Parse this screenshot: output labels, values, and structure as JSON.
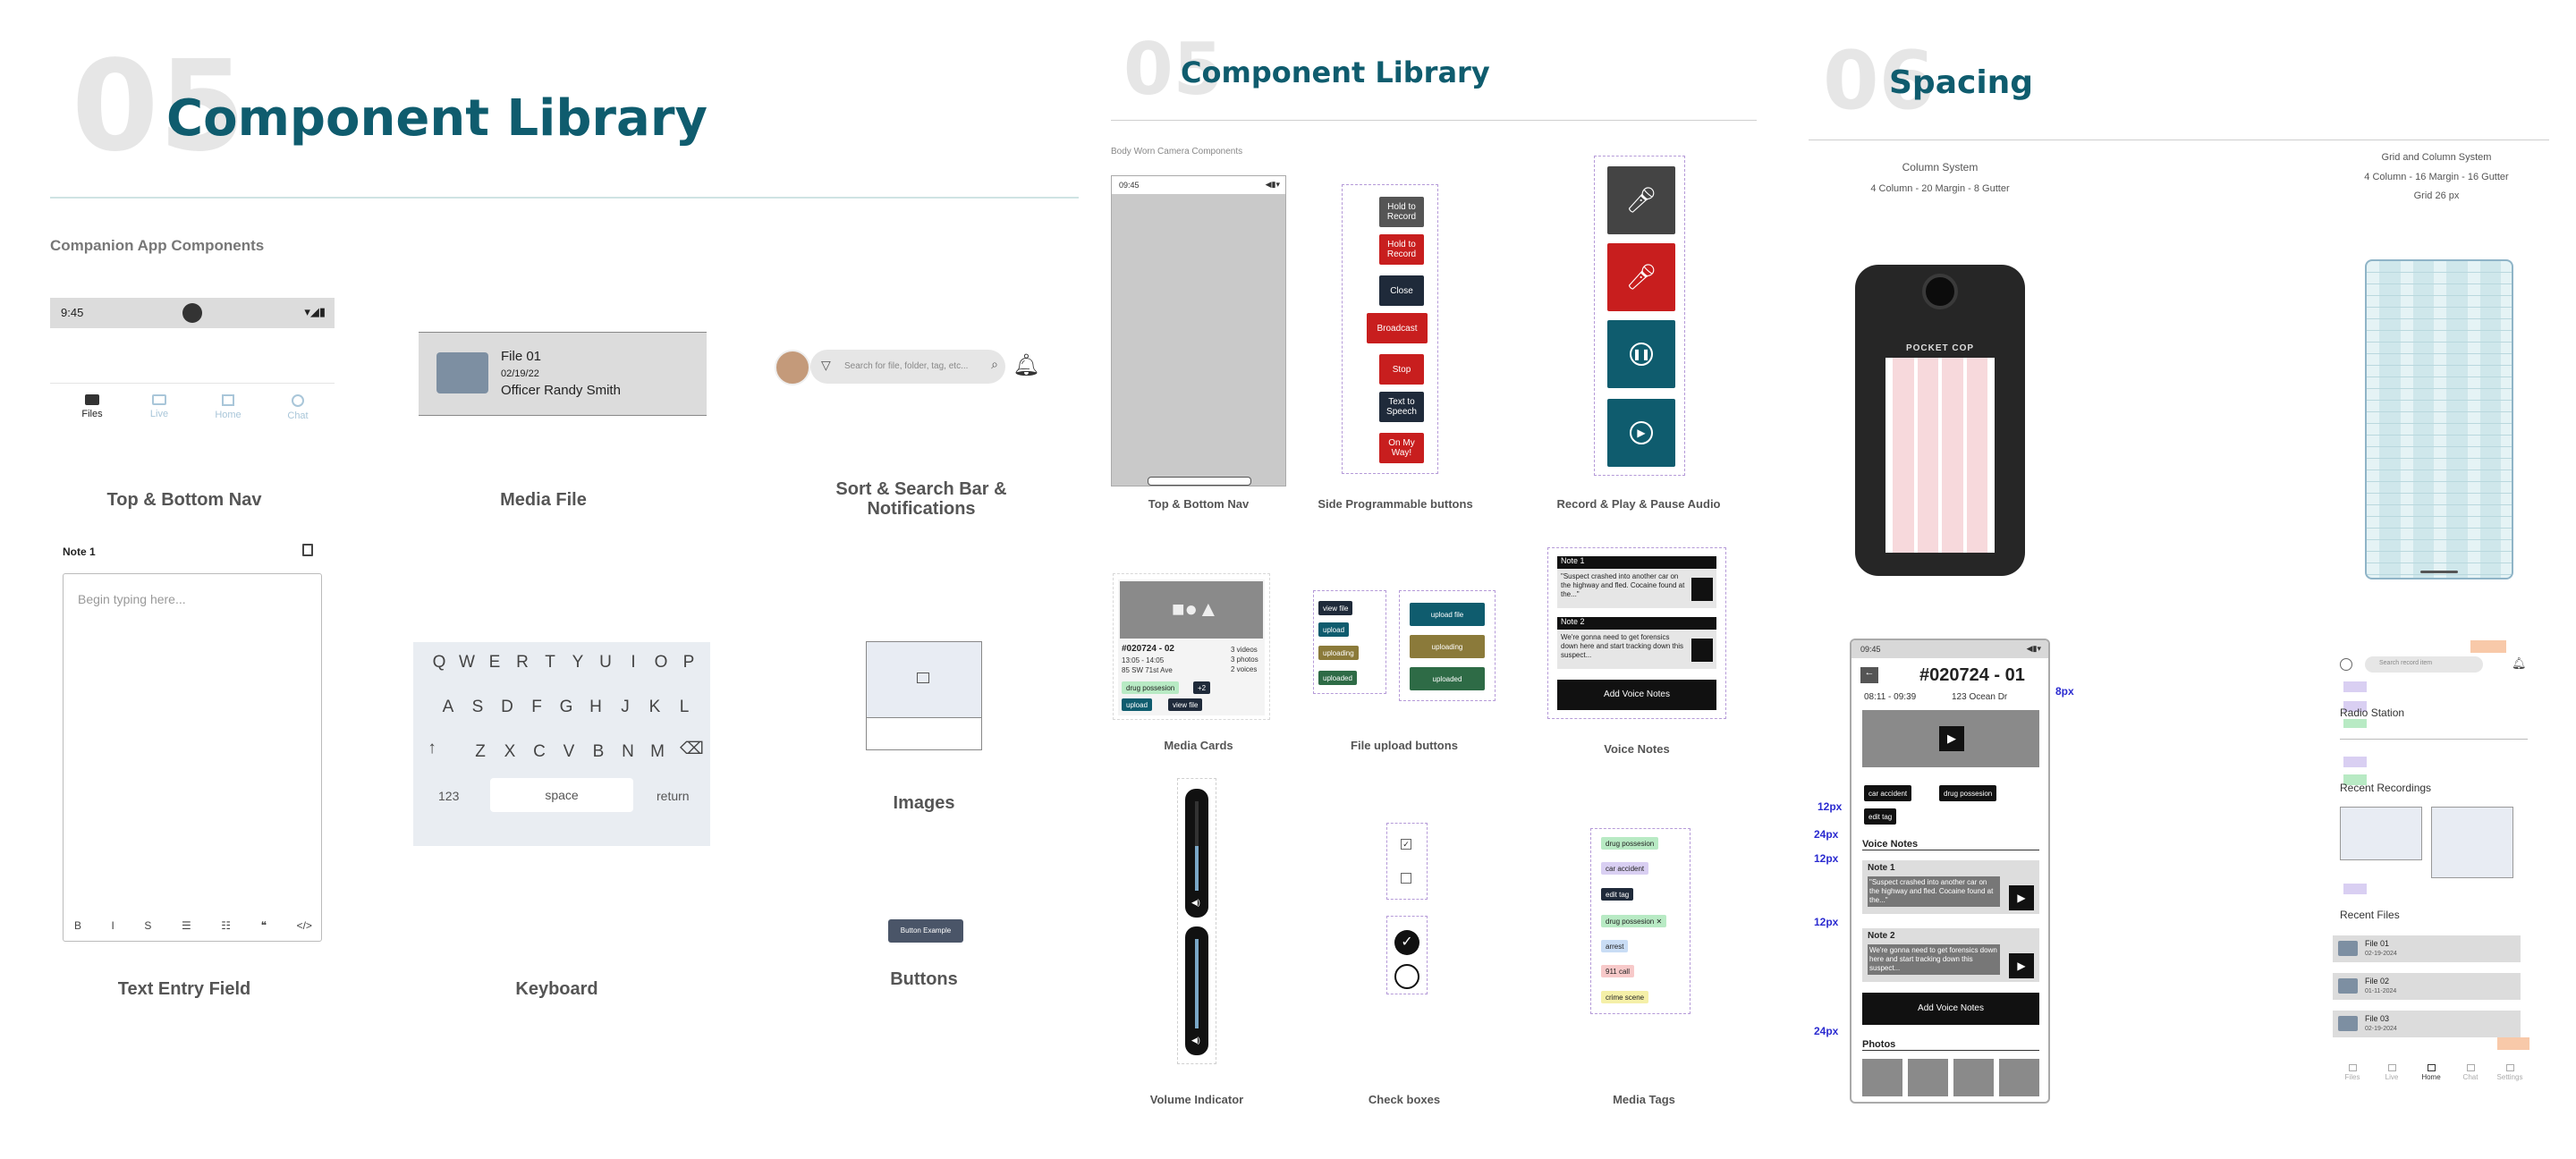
{
  "sec05a": {
    "num": "05",
    "title": "Component Library",
    "subtitle": "Companion App Components"
  },
  "sec05b": {
    "num": "05",
    "title": "Component Library",
    "subtitle": "Body Worn Camera Components"
  },
  "sec06": {
    "num": "06",
    "title": "Spacing"
  },
  "companion": {
    "status_time": "9:45",
    "nav": [
      "Files",
      "Live",
      "Home",
      "Chat"
    ],
    "media_file": {
      "name": "File 01",
      "date": "02/19/22",
      "owner": "Officer Randy Smith"
    },
    "search_placeholder": "Search for file, folder, tag, etc...",
    "note_title": "Note 1",
    "note_placeholder": "Begin typing here...",
    "toolbar": [
      "B",
      "I",
      "S",
      "☰",
      "☷",
      "❝",
      "</>"
    ],
    "keyboard": {
      "row1": [
        "Q",
        "W",
        "E",
        "R",
        "T",
        "Y",
        "U",
        "I",
        "O",
        "P"
      ],
      "row2": [
        "A",
        "S",
        "D",
        "F",
        "G",
        "H",
        "J",
        "K",
        "L"
      ],
      "row3": [
        "Z",
        "X",
        "C",
        "V",
        "B",
        "N",
        "M"
      ],
      "num": "123",
      "space": "space",
      "ret": "return"
    },
    "button_example": "Button Example",
    "captions": {
      "nav": "Top & Bottom Nav",
      "media": "Media File",
      "search": "Sort & Search Bar & Notifications",
      "text": "Text Entry Field",
      "keyboard": "Keyboard",
      "images": "Images",
      "buttons": "Buttons"
    }
  },
  "camera": {
    "status_time": "09:45",
    "side_buttons": [
      "Hold to Record",
      "Hold to Record",
      "Close",
      "Broadcast",
      "Stop",
      "Text to Speech",
      "On My Way!"
    ],
    "media_card": {
      "id": "#020724 - 02",
      "time": "13:05 - 14:05",
      "addr": "85 SW 71st Ave",
      "counts": [
        "3 videos",
        "3 photos",
        "2 voices"
      ],
      "tags": [
        "drug possesion",
        "+2"
      ],
      "actions": [
        "upload",
        "view file"
      ]
    },
    "upload_small": [
      "view file",
      "upload",
      "uploading",
      "uploaded"
    ],
    "upload_large": [
      "upload file",
      "uploading",
      "uploaded"
    ],
    "voice_notes": [
      {
        "title": "Note 1",
        "text": "\"Suspect crashed into another car on the highway and fled. Cocaine found at the...\""
      },
      {
        "title": "Note 2",
        "text": "We're gonna need to get forensics down here and start tracking down this suspect..."
      }
    ],
    "add_voice": "Add Voice Notes",
    "media_tags": [
      "drug possesion",
      "car accident",
      "edit tag",
      "drug possesion ✕",
      "arrest",
      "911 call",
      "crime scene"
    ],
    "captions": {
      "nav": "Top & Bottom Nav",
      "side": "Side Programmable buttons",
      "record": "Record & Play & Pause Audio",
      "cards": "Media Cards",
      "upload": "File upload buttons",
      "voice": "Voice Notes",
      "volume": "Volume Indicator",
      "check": "Check boxes",
      "tags": "Media Tags"
    }
  },
  "spacing": {
    "col_title": "Column System",
    "col_desc": "4 Column - 20 Margin - 8 Gutter",
    "grid_title": "Grid and Column System",
    "grid_desc": "4 Column - 16 Margin - 16 Gutter",
    "grid_size": "Grid 26 px",
    "device_label": "POCKET COP",
    "detail": {
      "time": "09:45",
      "id": "#020724 - 01",
      "time_range": "08:11 - 09:39",
      "addr": "123 Ocean Dr",
      "tags": [
        "car accident",
        "drug possesion",
        "edit tag"
      ],
      "voice_title": "Voice Notes",
      "notes": [
        {
          "title": "Note 1",
          "text": "\"Suspect crashed into another car on the highway and fled. Cocaine found at the...\""
        },
        {
          "title": "Note 2",
          "text": "We're gonna need to get forensics down here and start tracking down this suspect..."
        }
      ],
      "add_voice": "Add Voice Notes",
      "photos": "Photos"
    },
    "marks": [
      "8px",
      "12px",
      "24px",
      "12px",
      "12px",
      "24px"
    ],
    "right": {
      "search": "Search record item",
      "radio": "Radio Station",
      "recent_recordings": "Recent Recordings",
      "recent_files": "Recent Files",
      "files": [
        {
          "name": "File 01",
          "date": "02-19-2024"
        },
        {
          "name": "File 02",
          "date": "01-11-2024"
        },
        {
          "name": "File 03",
          "date": "02-19-2024"
        }
      ],
      "nav": [
        "Files",
        "Live",
        "Home",
        "Chat",
        "Settings"
      ]
    }
  }
}
